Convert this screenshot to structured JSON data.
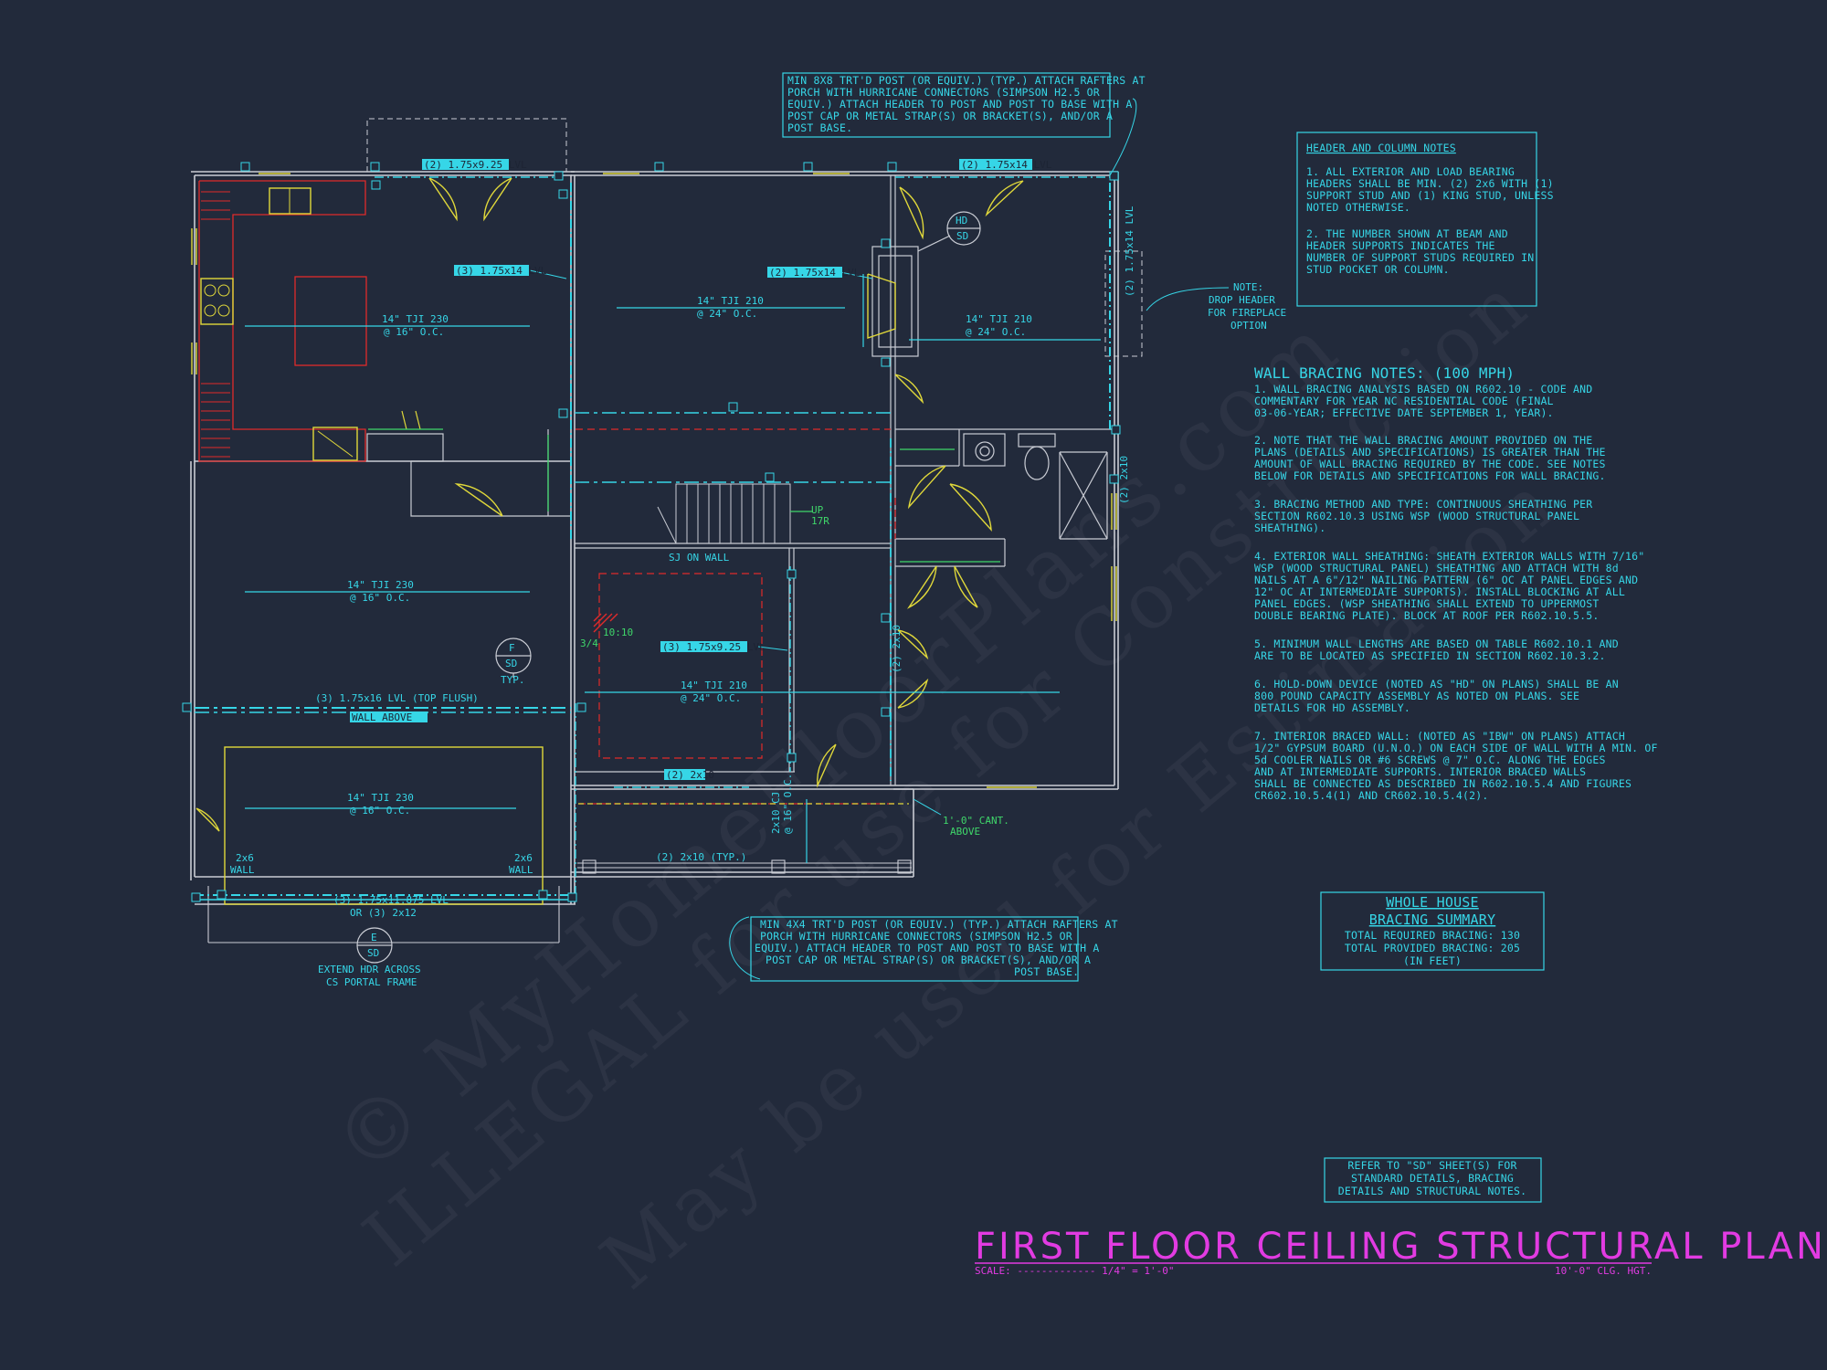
{
  "callouts": {
    "top_post": [
      "MIN 8X8 TRT'D POST (OR EQUIV.) (TYP.) ATTACH RAFTERS AT",
      "PORCH WITH HURRICANE CONNECTORS (SIMPSON H2.5 OR",
      "EQUIV.) ATTACH HEADER TO POST AND POST TO BASE WITH A",
      "POST CAP OR METAL STRAP(S) OR BRACKET(S), AND/OR A",
      "POST BASE."
    ],
    "bottom_post": [
      "MIN 4X4 TRT'D POST (OR EQUIV.) (TYP.) ATTACH RAFTERS AT",
      "PORCH WITH HURRICANE CONNECTORS (SIMPSON H2.5 OR",
      "EQUIV.) ATTACH HEADER TO POST AND POST TO BASE WITH A",
      "POST CAP OR METAL STRAP(S) OR BRACKET(S), AND/OR A",
      "POST BASE."
    ],
    "drop_header": [
      "NOTE:",
      "DROP HEADER",
      "FOR FIREPLACE",
      "OPTION"
    ],
    "extend_hdr": [
      "EXTEND HDR ACROSS",
      "CS PORTAL FRAME"
    ],
    "refer": [
      "REFER TO \"SD\" SHEET(S) FOR",
      "STANDARD DETAILS, BRACING",
      "DETAILS AND STRUCTURAL NOTES."
    ]
  },
  "header_column_notes": {
    "title": "HEADER AND COLUMN NOTES",
    "lines": [
      "1. ALL EXTERIOR AND LOAD BEARING",
      "HEADERS SHALL BE MIN. (2) 2x6 WITH (1)",
      "SUPPORT STUD AND (1) KING STUD, UNLESS",
      "NOTED OTHERWISE.",
      "",
      "2. THE NUMBER SHOWN AT BEAM AND",
      "HEADER SUPPORTS INDICATES THE",
      "NUMBER OF SUPPORT STUDS REQUIRED IN",
      "STUD POCKET OR COLUMN."
    ]
  },
  "wall_bracing": {
    "title": "WALL BRACING NOTES: (100 MPH)",
    "lines": [
      "1. WALL BRACING ANALYSIS BASED ON R602.10 - CODE AND",
      "COMMENTARY FOR YEAR NC RESIDENTIAL CODE (FINAL",
      "03-06-YEAR; EFFECTIVE DATE SEPTEMBER 1, YEAR).",
      "",
      "2. NOTE THAT THE WALL BRACING AMOUNT PROVIDED ON THE",
      "PLANS (DETAILS AND SPECIFICATIONS) IS GREATER THAN THE",
      "AMOUNT OF WALL BRACING REQUIRED BY THE CODE. SEE NOTES",
      "BELOW FOR DETAILS AND SPECIFICATIONS FOR WALL BRACING.",
      "",
      "3. BRACING METHOD AND TYPE: CONTINUOUS SHEATHING PER",
      "SECTION R602.10.3 USING WSP (WOOD STRUCTURAL PANEL",
      "SHEATHING).",
      "",
      "4. EXTERIOR WALL SHEATHING: SHEATH EXTERIOR WALLS WITH 7/16\"",
      "WSP (WOOD STRUCTURAL PANEL) SHEATHING AND ATTACH WITH 8d",
      "NAILS AT A 6\"/12\" NAILING PATTERN (6\" OC AT PANEL EDGES AND",
      "12\" OC AT INTERMEDIATE SUPPORTS). INSTALL BLOCKING AT ALL",
      "PANEL EDGES. (WSP SHEATHING SHALL EXTEND TO UPPERMOST",
      "DOUBLE BEARING PLATE). BLOCK AT ROOF PER R602.10.5.5.",
      "",
      "5. MINIMUM WALL LENGTHS ARE BASED ON TABLE R602.10.1 AND",
      "ARE TO BE LOCATED AS SPECIFIED IN SECTION R602.10.3.2.",
      "",
      "6. HOLD-DOWN DEVICE (NOTED AS \"HD\" ON PLANS) SHALL BE AN",
      "800 POUND CAPACITY ASSEMBLY AS NOTED ON PLANS. SEE",
      "DETAILS FOR HD ASSEMBLY.",
      "",
      "7. INTERIOR BRACED WALL: (NOTED AS \"IBW\" ON PLANS) ATTACH",
      "1/2\" GYPSUM BOARD (U.N.O.) ON EACH SIDE OF WALL WITH A MIN. OF",
      "5d COOLER NAILS OR #6 SCREWS @ 7\" O.C. ALONG THE EDGES",
      "AND AT INTERMEDIATE SUPPORTS. INTERIOR BRACED WALLS",
      "SHALL BE CONNECTED AS DESCRIBED IN R602.10.5.4 AND FIGURES",
      "CR602.10.5.4(1) AND CR602.10.5.4(2)."
    ]
  },
  "bracing_summary": {
    "title_1": "WHOLE HOUSE",
    "title_2": "BRACING SUMMARY",
    "required": "TOTAL REQUIRED BRACING: 130",
    "provided": "TOTAL PROVIDED BRACING: 205",
    "units": "(IN FEET)"
  },
  "plan_labels": {
    "lvl_top_left": "(2) 1.75x9.25 LVL",
    "lvl_top_right": "(2) 1.75x14 LVL",
    "lvl_kitchen": "(3) 1.75x14 LVL",
    "lvl_family": "(2) 1.75x14 LVL",
    "lvl_right_vert": "(2) 1.75x14 LVL",
    "joist_kitchen_1": "14\" TJI 230",
    "joist_kitchen_2": "@ 16\" O.C.",
    "joist_family_1": "14\" TJI 210",
    "joist_family_2": "@ 24\" O.C.",
    "joist_right_1": "14\" TJI 210",
    "joist_right_2": "@ 24\" O.C.",
    "joist_mid_1": "14\" TJI 230",
    "joist_mid_2": "@ 16\" O.C.",
    "joist_center_1": "14\" TJI 210",
    "joist_center_2": "@ 24\" O.C.",
    "joist_garage_1": "14\" TJI 230",
    "joist_garage_2": "@ 16\" O.C.",
    "lvl_stair": "(3) 1.75x9.25 LVL",
    "lvl_garage": "(3) 1.75x16 LVL (TOP FLUSH)",
    "wall_above": "WALL ABOVE",
    "lvl_front": "(3) 1.75x11.875 LVL",
    "lvl_front_alt": "OR (3) 2x12",
    "hdr_2x10": "(2) 2x10",
    "hdr_2x10_typ": "(2) 2x10 (TYP.)",
    "wall_2x6_a_1": "2x6",
    "wall_2x6_a_2": "WALL",
    "wall_2x6_b_1": "2x6",
    "wall_2x6_b_2": "WALL",
    "sj_on_wall": "SJ ON WALL",
    "up_1": "UP",
    "up_2": "17R",
    "cant_1": "1'-0\" CANT.",
    "cant_2": "ABOVE",
    "porch_joist_1": "2x10 CJ",
    "porch_joist_2": "@ 16\" O.C.",
    "fs_letter": "F",
    "fs_sd": "SD",
    "fs_typ": "TYP.",
    "e_letter": "E",
    "e_sd": "SD",
    "hd_1": "HD",
    "hd_2": "SD",
    "red_1": "10:10",
    "red_2": "3/4",
    "small_1": "(2) 2x10",
    "small_2": "(2) 2x10"
  },
  "title_block": {
    "title": "FIRST FLOOR CEILING STRUCTURAL PLAN",
    "scale_label": "SCALE: ------------- 1/4\" = 1'-0\"",
    "height": "10'-0\" CLG. HGT."
  },
  "watermarks": {
    "line1": "© MyHomeFloorPlans.com",
    "line2": "ILLEGAL for use for Construction",
    "line3": "May be used for Estimation"
  },
  "colors": {
    "background": "#222a3b",
    "cyan": "#36d6e7",
    "yellow": "#e0d83a",
    "red": "#e02a2a",
    "green": "#3fd66a",
    "magenta": "#e23be2",
    "wall": "#c9ccd4"
  }
}
